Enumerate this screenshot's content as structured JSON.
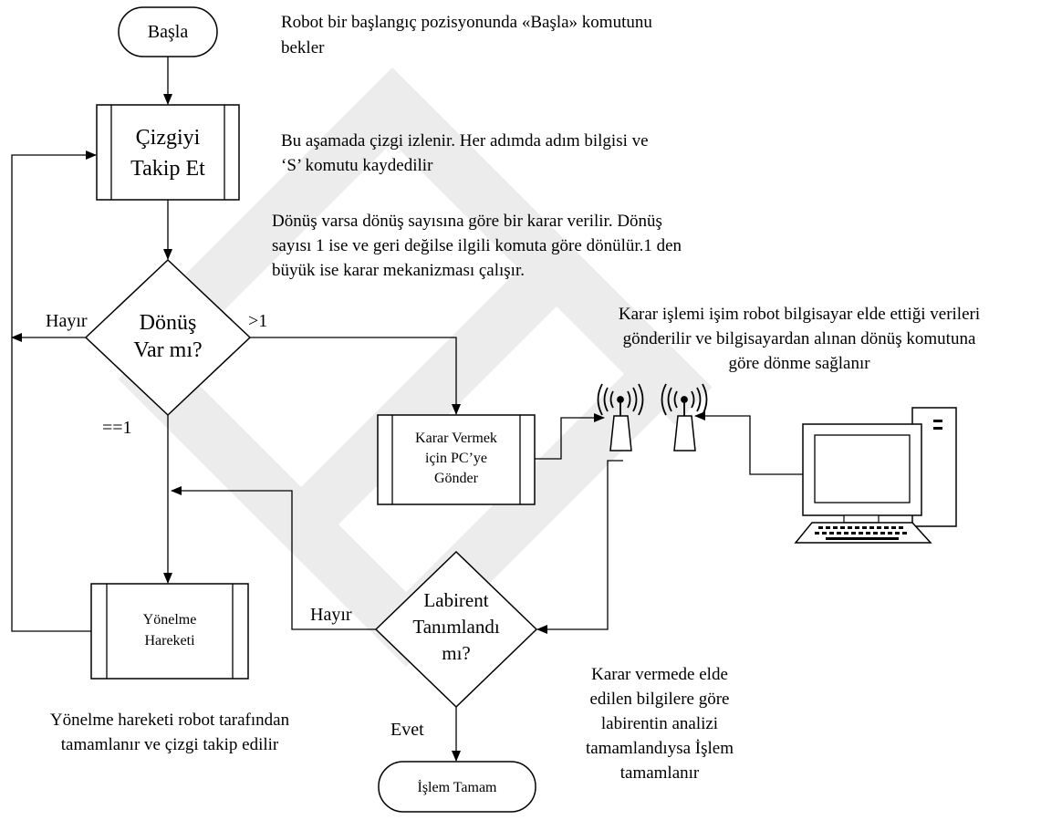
{
  "nodes": {
    "start": "Başla",
    "follow": [
      "Çizgiyi",
      "Takip Et"
    ],
    "turn_decision": [
      "Dönüş",
      "Var mı?"
    ],
    "send_pc": [
      "Karar Vermek",
      "için PC’ye",
      "Gönder"
    ],
    "orient": [
      "Yönelme",
      "Hareketi"
    ],
    "maze_decision": [
      "Labirent",
      "Tanımlandı",
      "mı?"
    ],
    "end": "İşlem Tamam"
  },
  "edge_labels": {
    "no_left": "Hayır",
    "gt1": ">1",
    "eq1": "==1",
    "no_maze": "Hayır",
    "yes": "Evet"
  },
  "notes": {
    "start": [
      "Robot bir başlangıç pozisyonunda «Başla» komutunu",
      "bekler"
    ],
    "follow": [
      "Bu aşamada çizgi izlenir. Her adımda adım bilgisi ve",
      "‘S’ komutu kaydedilir"
    ],
    "turn": [
      "Dönüş varsa dönüş sayısına göre bir karar verilir. Dönüş",
      "sayısı 1 ise ve geri değilse ilgili komuta göre dönülür.1 den",
      "büyük ise karar mekanizması çalışır."
    ],
    "wireless": [
      "Karar işlemi işim robot bilgisayar elde ettiği verileri",
      "gönderilir ve bilgisayardan alınan dönüş komutuna",
      "göre dönme sağlanır"
    ],
    "orient": [
      "Yönelme hareketi robot tarafından",
      "tamamlanır ve çizgi takip edilir"
    ],
    "maze": [
      "Karar vermede elde",
      "edilen bilgilere göre",
      "labirentin analizi",
      "tamamlandıysa İşlem",
      "tamamlanır"
    ]
  },
  "icons": [
    "antenna-icon",
    "antenna-icon",
    "computer-icon"
  ]
}
